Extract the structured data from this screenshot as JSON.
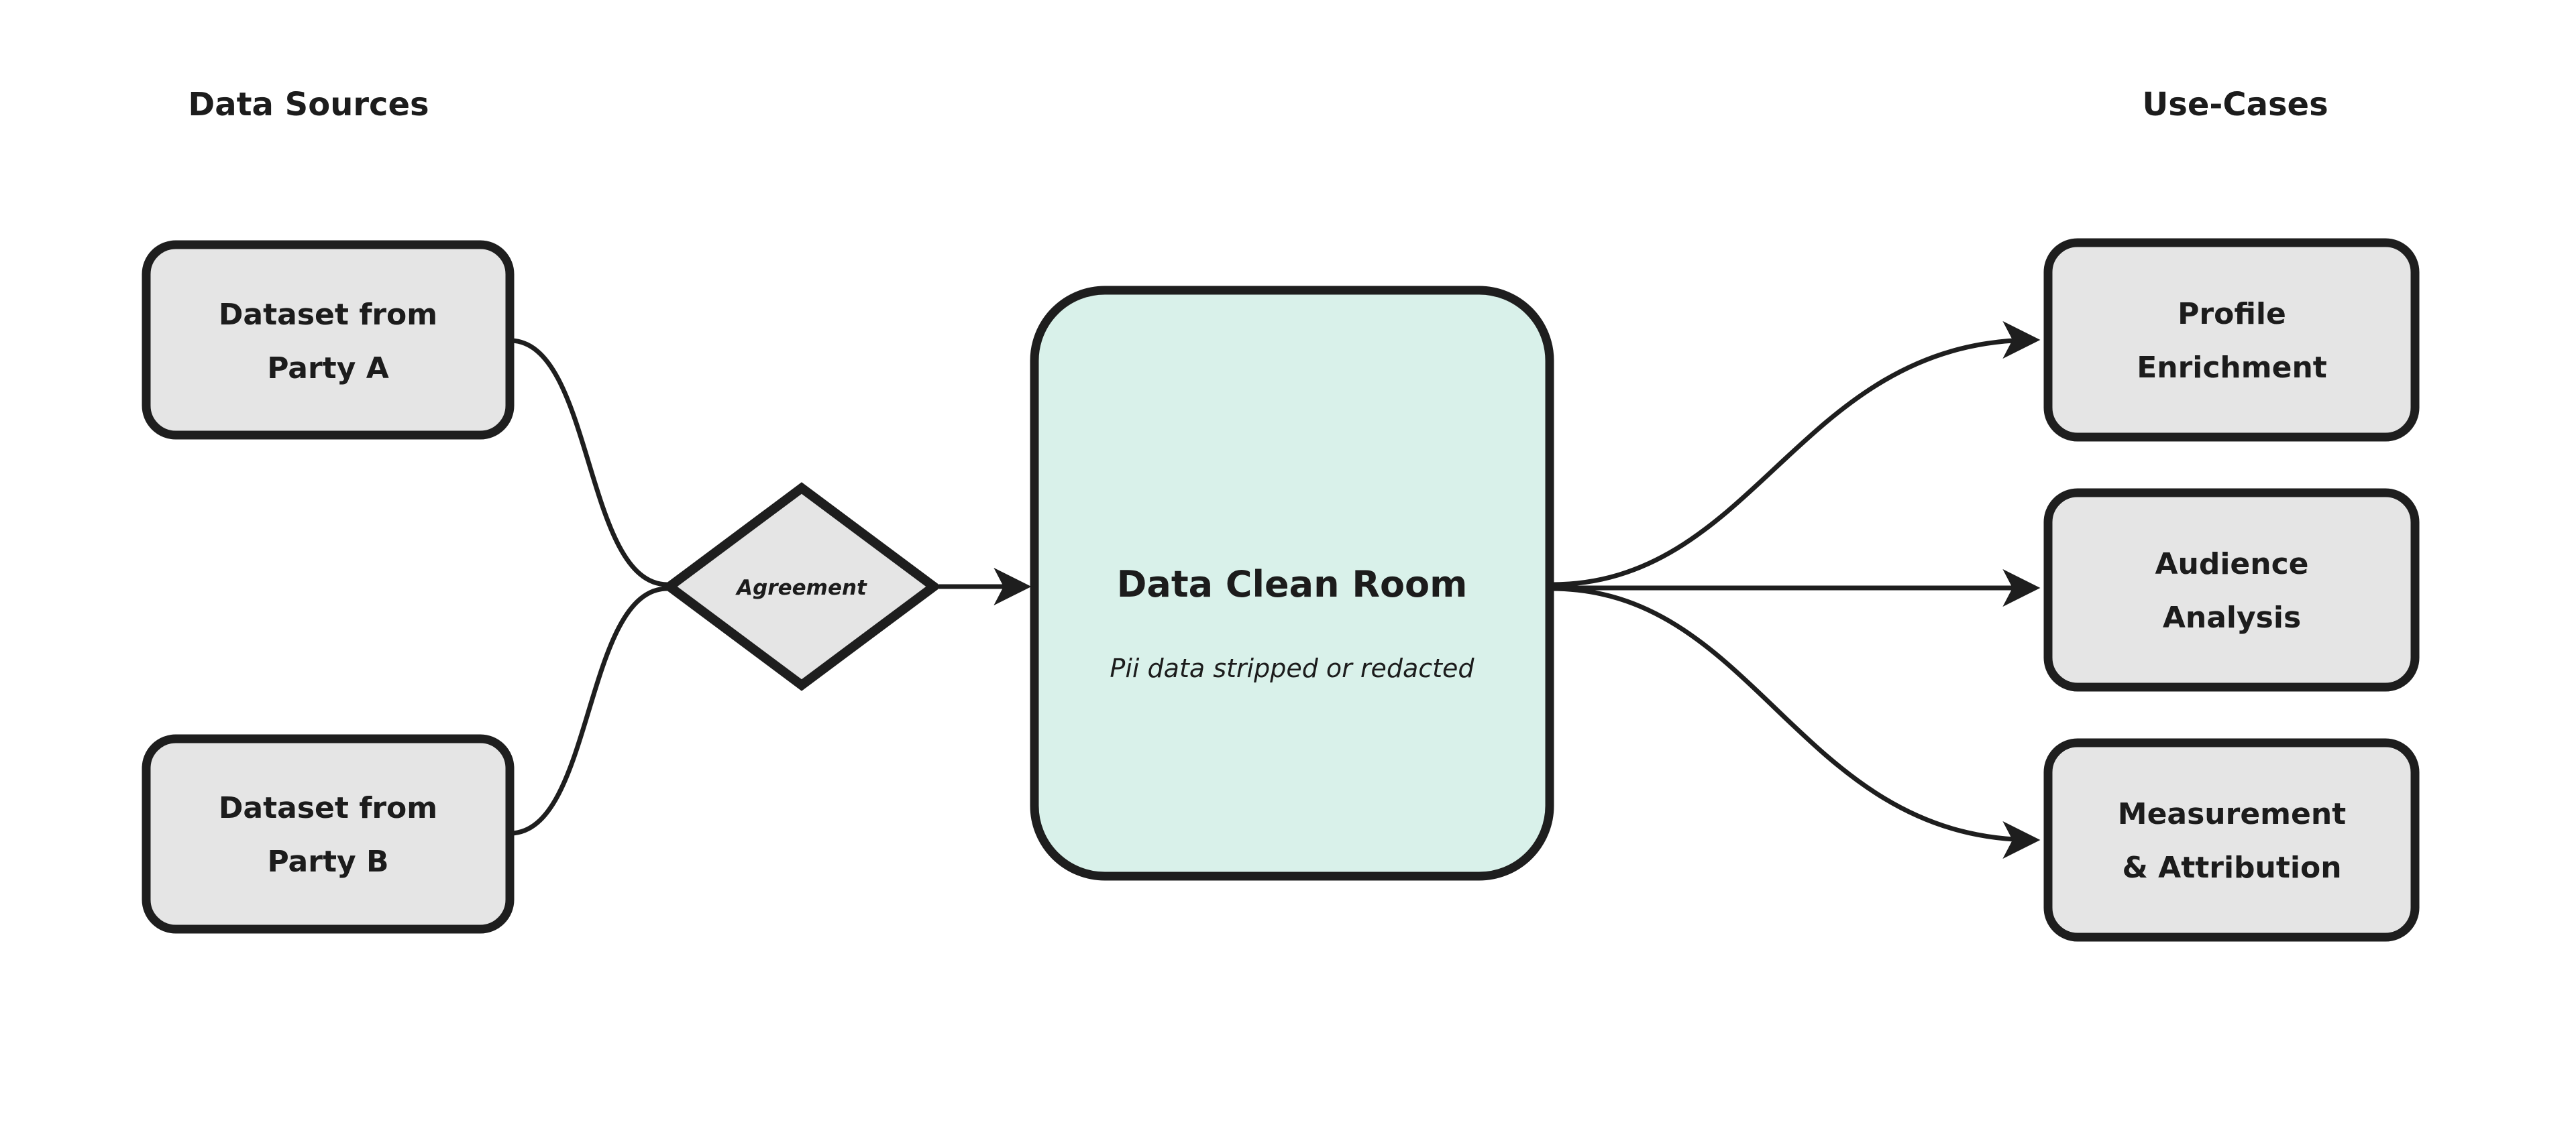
{
  "headings": {
    "data_sources": "Data Sources",
    "use_cases": "Use-Cases"
  },
  "nodes": {
    "party_a": {
      "line1": "Dataset from",
      "line2": "Party A"
    },
    "party_b": {
      "line1": "Dataset from",
      "line2": "Party B"
    },
    "agreement": {
      "label": "Agreement"
    },
    "clean_room": {
      "title": "Data Clean Room",
      "subtitle": "Pii data stripped or redacted"
    },
    "profile_enrichment": {
      "line1": "Profile",
      "line2": "Enrichment"
    },
    "audience_analysis": {
      "line1": "Audience",
      "line2": "Analysis"
    },
    "measurement_attribution": {
      "line1": "Measurement",
      "line2": "& Attribution"
    }
  },
  "colors": {
    "background": "#ffffff",
    "node_fill": "#e5e5e5",
    "clean_room_fill": "#d9f1ea",
    "stroke": "#1e1e1e",
    "text": "#1c1c1c"
  }
}
